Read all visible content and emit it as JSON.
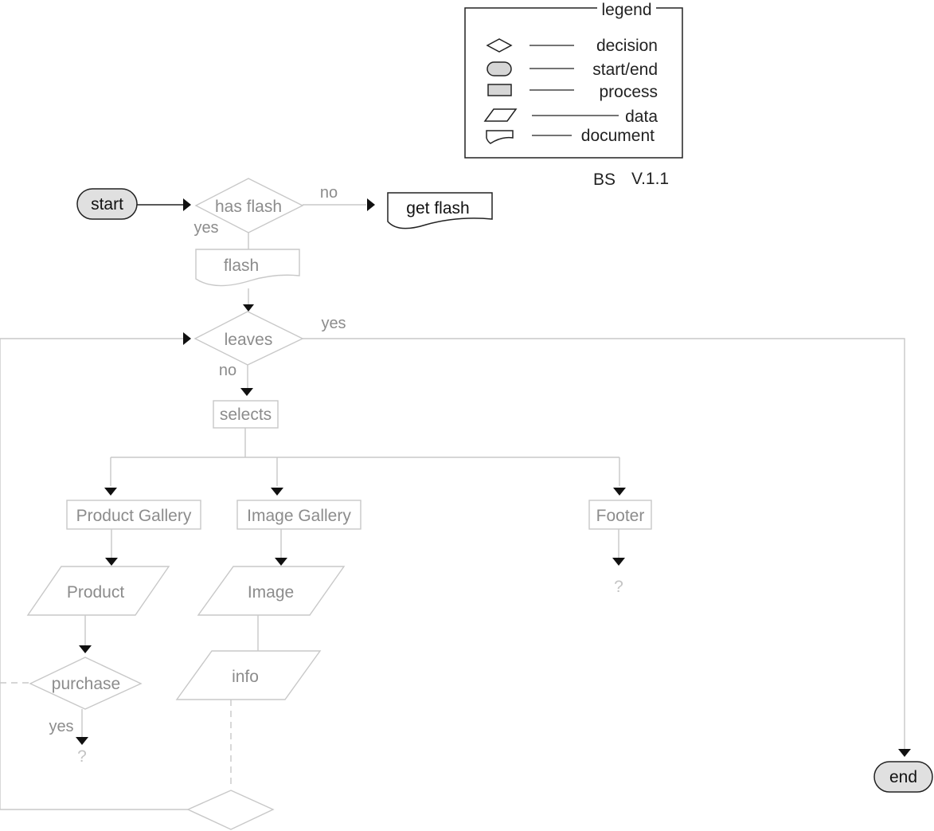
{
  "legend": {
    "title": "legend",
    "items": [
      {
        "shape": "diamond",
        "label": "decision"
      },
      {
        "shape": "rounded",
        "label": "start/end"
      },
      {
        "shape": "rect",
        "label": "process"
      },
      {
        "shape": "parallelogram",
        "label": "data"
      },
      {
        "shape": "document",
        "label": "document"
      }
    ],
    "version_prefix": "BS",
    "version": "V.1.1"
  },
  "nodes": {
    "start": "start",
    "has_flash": "has flash",
    "get_flash": "get flash",
    "flash": "flash",
    "leaves": "leaves",
    "selects": "selects",
    "product_gallery": "Product Gallery",
    "image_gallery": "Image Gallery",
    "footer": "Footer",
    "product": "Product",
    "image": "Image",
    "info": "info",
    "purchase": "purchase",
    "end": "end",
    "footer_unknown": "?",
    "purchase_unknown": "?"
  },
  "labels": {
    "has_flash_no": "no",
    "has_flash_yes": "yes",
    "leaves_yes": "yes",
    "leaves_no": "no",
    "purchase_yes": "yes"
  },
  "colors": {
    "dark": "#222222",
    "dim_stroke": "#c8c8c8",
    "dim_text": "#8c8c8c",
    "faint_text": "#c4c4c4",
    "terminal_fill": "#e0e0e0"
  }
}
